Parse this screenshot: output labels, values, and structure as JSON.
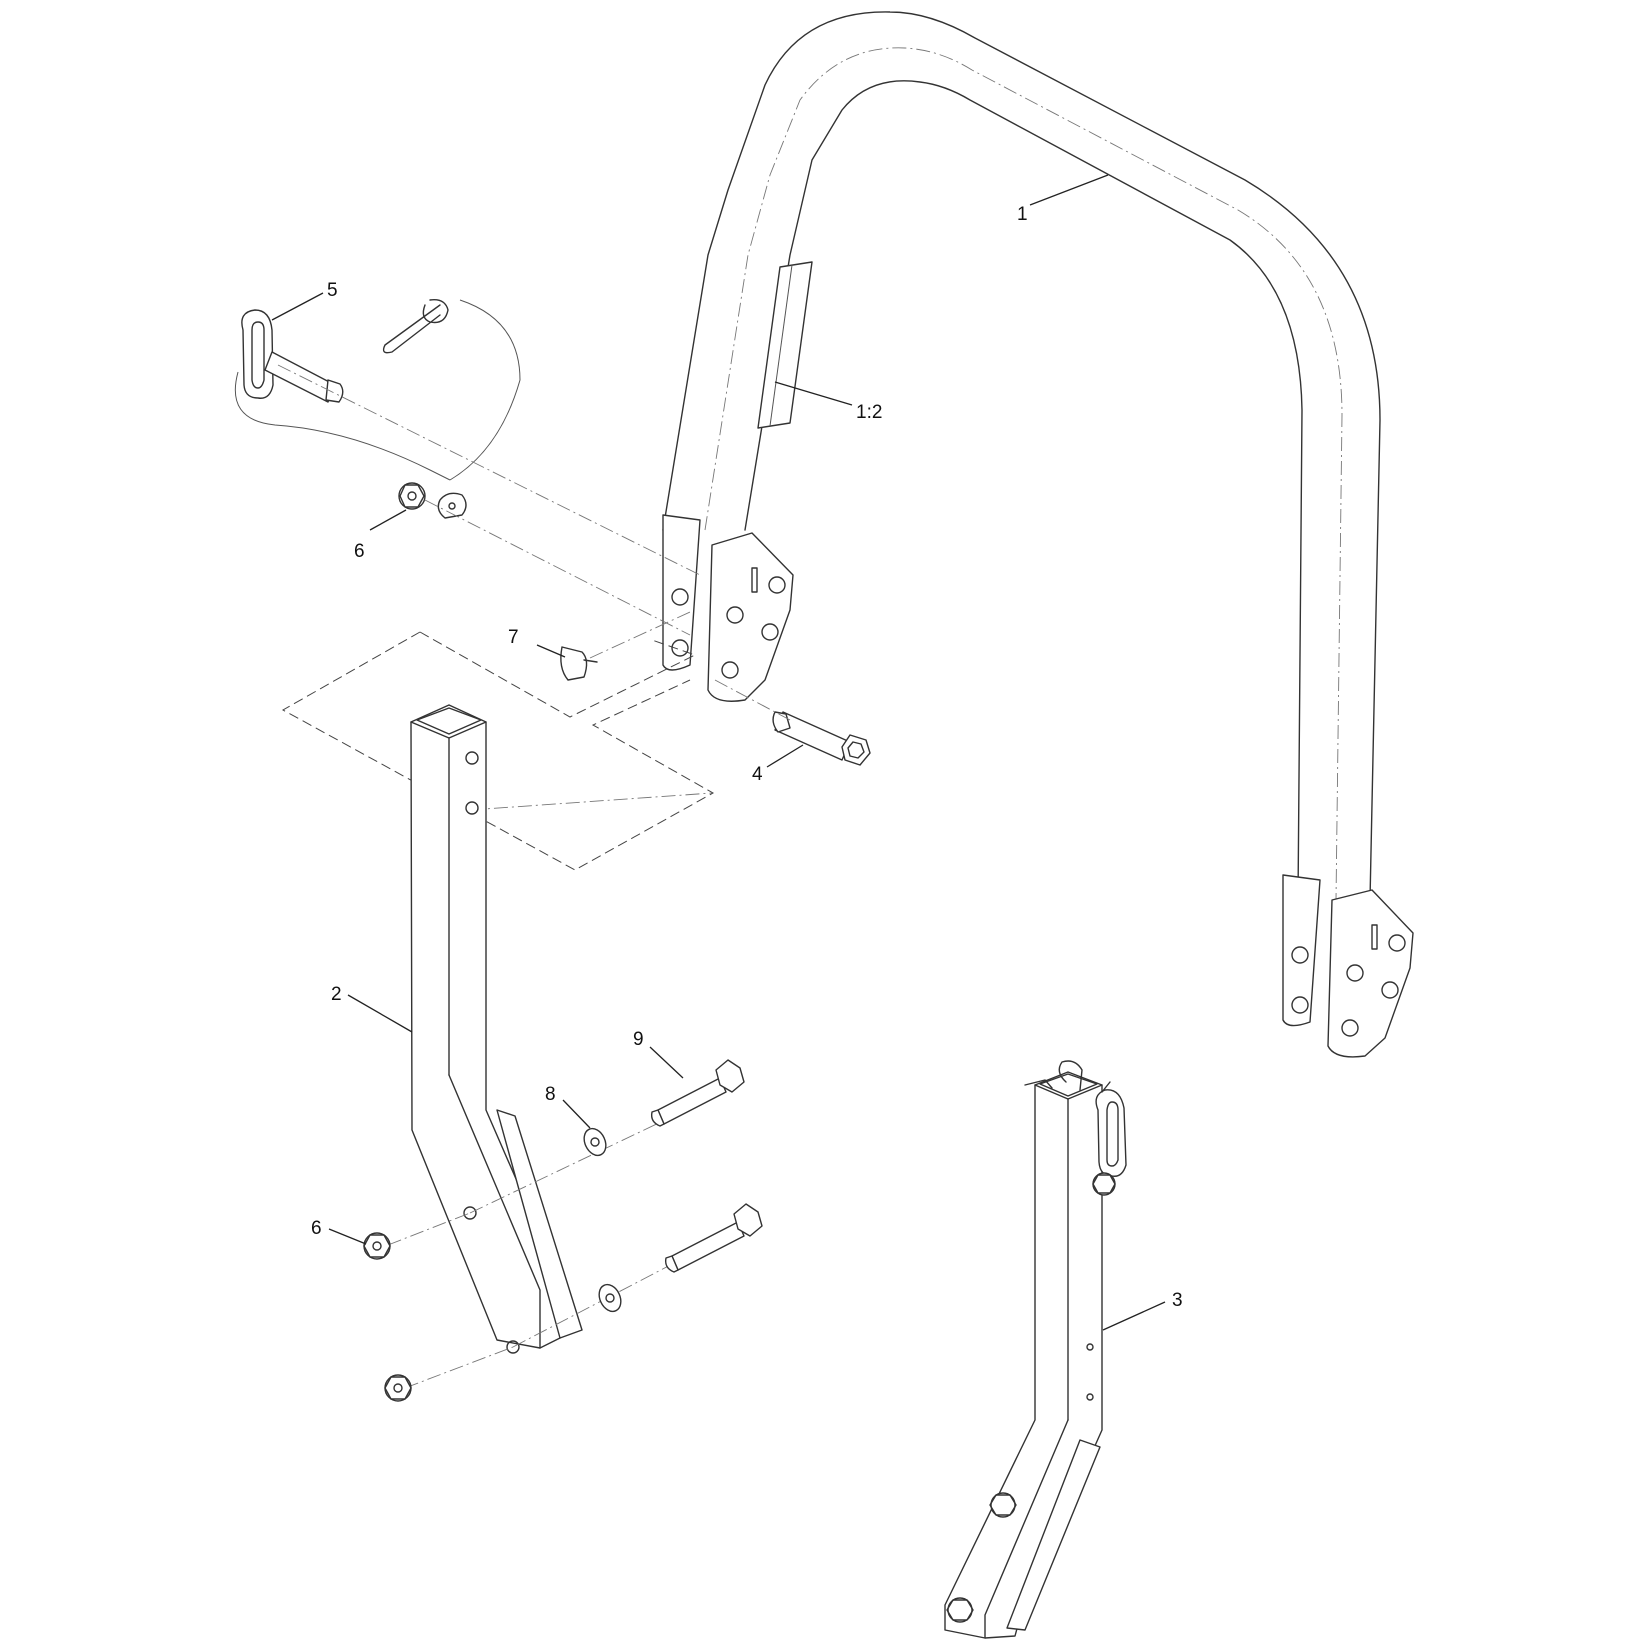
{
  "diagram": {
    "callouts": [
      {
        "id": "1",
        "text": "1"
      },
      {
        "id": "1-2",
        "text": "1:2"
      },
      {
        "id": "2",
        "text": "2"
      },
      {
        "id": "3",
        "text": "3"
      },
      {
        "id": "4",
        "text": "4"
      },
      {
        "id": "5",
        "text": "5"
      },
      {
        "id": "6a",
        "text": "6"
      },
      {
        "id": "6b",
        "text": "6"
      },
      {
        "id": "7",
        "text": "7"
      },
      {
        "id": "8",
        "text": "8"
      },
      {
        "id": "9",
        "text": "9"
      }
    ]
  }
}
